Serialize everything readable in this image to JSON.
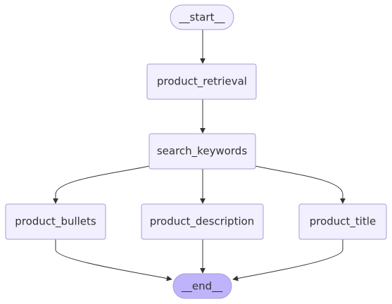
{
  "diagram": {
    "type": "flowchart",
    "nodes": {
      "start": "__start__",
      "product_retrieval": "product_retrieval",
      "search_keywords": "search_keywords",
      "product_bullets": "product_bullets",
      "product_description": "product_description",
      "product_title": "product_title",
      "end": "__end__"
    },
    "edges": [
      {
        "from": "start",
        "to": "product_retrieval"
      },
      {
        "from": "product_retrieval",
        "to": "search_keywords"
      },
      {
        "from": "search_keywords",
        "to": "product_bullets"
      },
      {
        "from": "search_keywords",
        "to": "product_description"
      },
      {
        "from": "search_keywords",
        "to": "product_title"
      },
      {
        "from": "product_bullets",
        "to": "end"
      },
      {
        "from": "product_description",
        "to": "end"
      },
      {
        "from": "product_title",
        "to": "end"
      }
    ],
    "colors": {
      "node_fill": "#f2efff",
      "node_stroke": "#a99bd6",
      "end_fill": "#bfb4fb",
      "edge": "#333333",
      "text": "#333333"
    }
  }
}
